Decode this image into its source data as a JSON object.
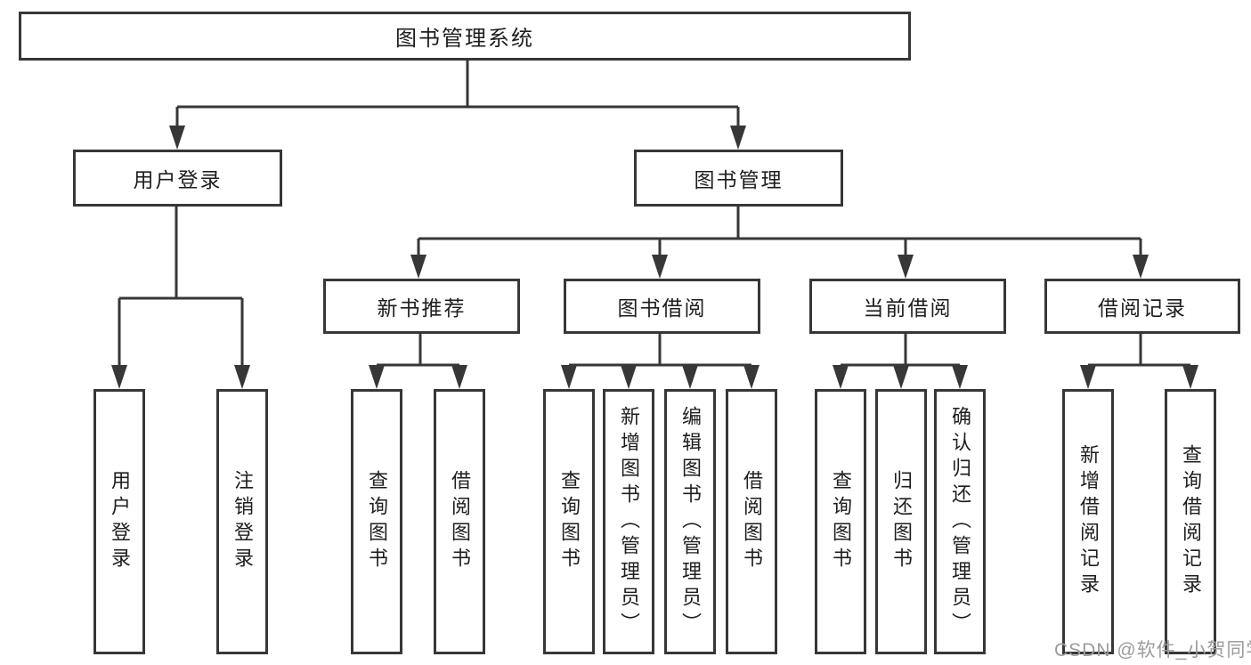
{
  "tree": {
    "root": {
      "label": "图书管理系统",
      "children": [
        {
          "label": "用户登录",
          "children": [
            {
              "label": "用户登录"
            },
            {
              "label": "注销登录"
            }
          ]
        },
        {
          "label": "图书管理",
          "children": [
            {
              "label": "新书推荐",
              "children": [
                {
                  "label": "查询图书"
                },
                {
                  "label": "借阅图书"
                }
              ]
            },
            {
              "label": "图书借阅",
              "children": [
                {
                  "label": "查询图书"
                },
                {
                  "label": "新增图书（管理员）"
                },
                {
                  "label": "编辑图书（管理员）"
                },
                {
                  "label": "借阅图书"
                }
              ]
            },
            {
              "label": "当前借阅",
              "children": [
                {
                  "label": "查询图书"
                },
                {
                  "label": "归还图书"
                },
                {
                  "label": "确认归还（管理员）"
                }
              ]
            },
            {
              "label": "借阅记录",
              "children": [
                {
                  "label": "新增借阅记录"
                },
                {
                  "label": "查询借阅记录"
                }
              ]
            }
          ]
        }
      ]
    }
  },
  "watermark": {
    "text": "CSDN @软件_小贺同学"
  },
  "colors": {
    "line": "#373737",
    "box_border": "#373737",
    "text": "#1e1e1e",
    "watermark": "#9c9c9c",
    "background": "#ffffff"
  }
}
